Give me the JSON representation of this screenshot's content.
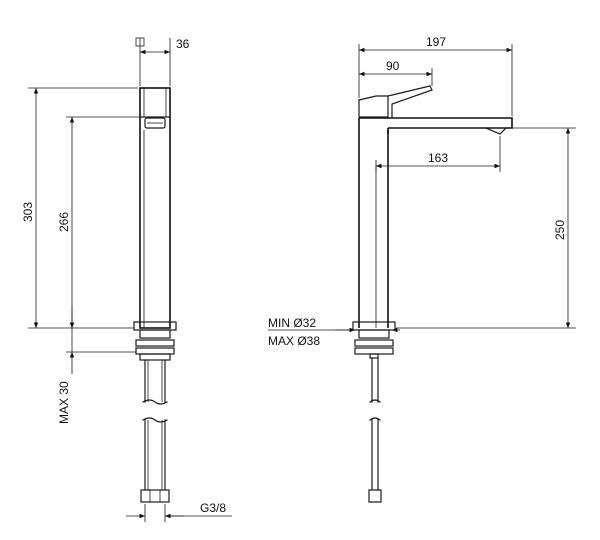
{
  "dims": {
    "front_width": "36",
    "front_total_height": "303",
    "front_spout_height": "266",
    "front_max_deck": "MAX 30",
    "front_thread": "G3/8",
    "side_total_reach": "197",
    "side_handle_reach": "90",
    "side_spout_reach": "163",
    "side_spout_height": "250",
    "side_hole_min": "MIN Ø32",
    "side_hole_max": "MAX Ø38"
  }
}
